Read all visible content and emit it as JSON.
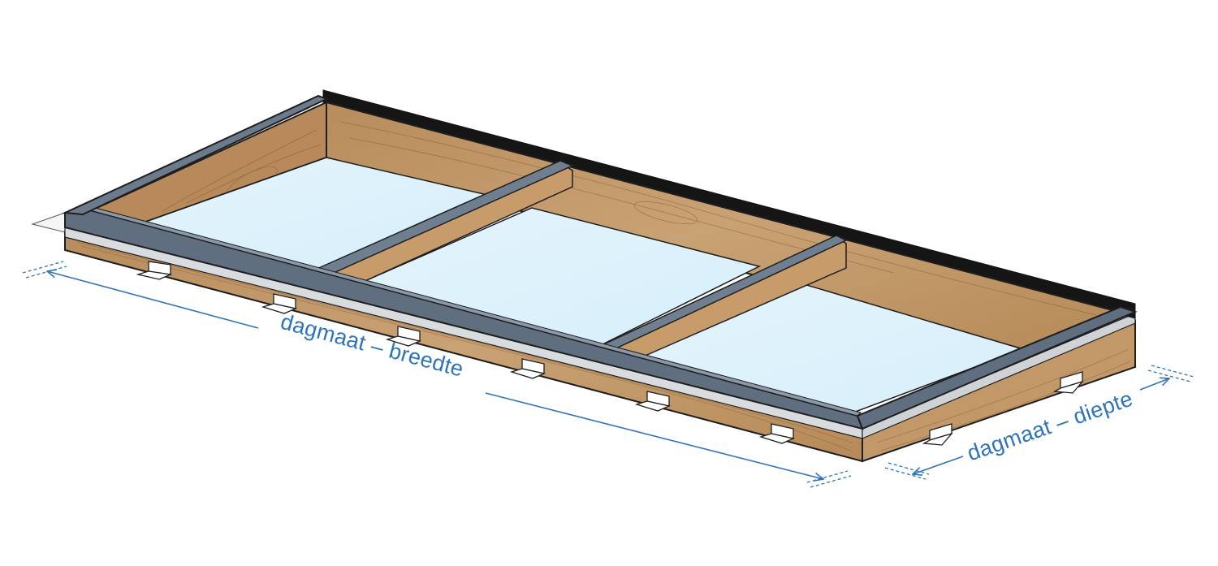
{
  "labels": {
    "width": "dagmaat – breedte",
    "depth": "dagmaat – diepte"
  },
  "colors": {
    "dimension": "#2f74b8",
    "glass": "#dff2fb",
    "wood": "#c49a6c",
    "wood_dark": "#a87c50",
    "frame": "#5f6f80",
    "frame_light": "#7f8ea0",
    "seal": "#d9dcde",
    "gasket": "#151515",
    "outline": "#1e1e1e"
  },
  "components": {
    "glass_panes": 3,
    "mounting_clips_front": 6,
    "mounting_clips_side": 2
  }
}
